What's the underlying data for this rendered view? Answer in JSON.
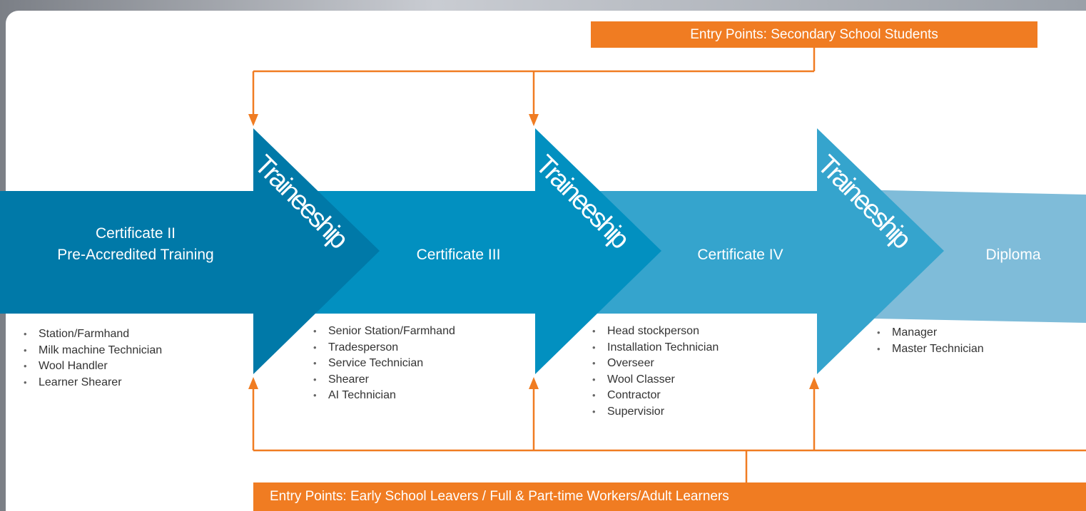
{
  "entry_top": {
    "label": "Entry Points: Secondary School Students"
  },
  "entry_bottom": {
    "label": "Entry Points: Early School Leavers / Full & Part-time Workers/Adult Learners"
  },
  "traineeship_label": "Traineeship",
  "stages": [
    {
      "title_line1": "Certificate II",
      "title_line2": "Pre-Accredited Training",
      "color": "#0079a8",
      "roles": [
        "Station/Farmhand",
        "Milk machine Technician",
        "Wool Handler",
        "Learner Shearer"
      ]
    },
    {
      "title_line1": "Certificate III",
      "color": "#0290c0",
      "roles": [
        "Senior Station/Farmhand",
        "Tradesperson",
        "Service Technician",
        "Shearer",
        "AI Technician"
      ]
    },
    {
      "title_line1": "Certificate IV",
      "color": "#35a4cd",
      "roles": [
        "Head stockperson",
        "Installation Technician",
        "Overseer",
        "Wool Classer",
        "Contractor",
        "Supervisior"
      ]
    },
    {
      "title_line1": "Diploma",
      "color": "#7fbcd9",
      "roles": [
        "Manager",
        "Master Technician"
      ]
    }
  ],
  "colors": {
    "orange": "#f07c22",
    "text": "#333333"
  }
}
